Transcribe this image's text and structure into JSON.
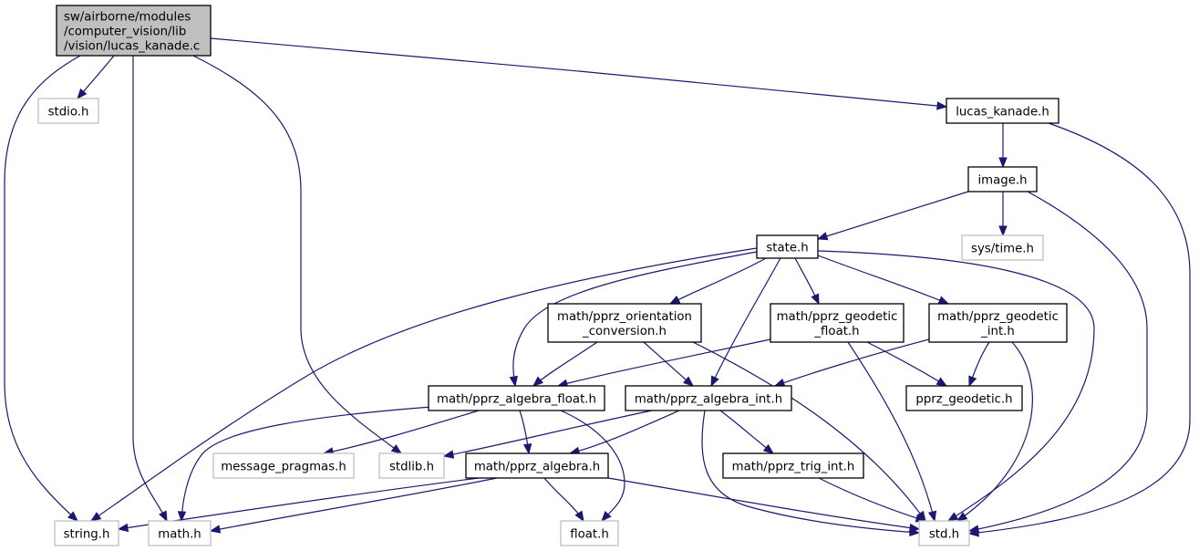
{
  "graph": {
    "title": "Include dependency graph for lucas_kanade.c",
    "colors": {
      "edge": "#191970",
      "root_fill": "#bfbfbf",
      "root_border": "#000000",
      "documented_border": "#000000",
      "external_border": "#bfbfbf",
      "text": "#000000"
    },
    "nodes": [
      {
        "id": "root",
        "kind": "root",
        "lines": [
          "sw/airborne/modules",
          "/computer_vision/lib",
          "/vision/lucas_kanade.c"
        ]
      },
      {
        "id": "stdio",
        "kind": "external",
        "lines": [
          "stdio.h"
        ]
      },
      {
        "id": "lucas_kanade_h",
        "kind": "documented",
        "lines": [
          "lucas_kanade.h"
        ]
      },
      {
        "id": "image_h",
        "kind": "documented",
        "lines": [
          "image.h"
        ]
      },
      {
        "id": "sys_time",
        "kind": "external",
        "lines": [
          "sys/time.h"
        ]
      },
      {
        "id": "state_h",
        "kind": "documented",
        "lines": [
          "state.h"
        ]
      },
      {
        "id": "orient",
        "kind": "documented",
        "lines": [
          "math/pprz_orientation",
          "_conversion.h"
        ]
      },
      {
        "id": "geo_float",
        "kind": "documented",
        "lines": [
          "math/pprz_geodetic",
          "_float.h"
        ]
      },
      {
        "id": "geo_int",
        "kind": "documented",
        "lines": [
          "math/pprz_geodetic",
          "_int.h"
        ]
      },
      {
        "id": "alg_float",
        "kind": "documented",
        "lines": [
          "math/pprz_algebra_float.h"
        ]
      },
      {
        "id": "alg_int",
        "kind": "documented",
        "lines": [
          "math/pprz_algebra_int.h"
        ]
      },
      {
        "id": "pprz_geodetic",
        "kind": "documented",
        "lines": [
          "pprz_geodetic.h"
        ]
      },
      {
        "id": "msg_pragmas",
        "kind": "external",
        "lines": [
          "message_pragmas.h"
        ]
      },
      {
        "id": "stdlib",
        "kind": "external",
        "lines": [
          "stdlib.h"
        ]
      },
      {
        "id": "alg",
        "kind": "documented",
        "lines": [
          "math/pprz_algebra.h"
        ]
      },
      {
        "id": "trig_int",
        "kind": "documented",
        "lines": [
          "math/pprz_trig_int.h"
        ]
      },
      {
        "id": "string",
        "kind": "external",
        "lines": [
          "string.h"
        ]
      },
      {
        "id": "math",
        "kind": "external",
        "lines": [
          "math.h"
        ]
      },
      {
        "id": "float",
        "kind": "external",
        "lines": [
          "float.h"
        ]
      },
      {
        "id": "std",
        "kind": "external",
        "lines": [
          "std.h"
        ]
      }
    ],
    "edges": [
      [
        "root",
        "stdio"
      ],
      [
        "root",
        "lucas_kanade_h"
      ],
      [
        "root",
        "string"
      ],
      [
        "root",
        "math"
      ],
      [
        "root",
        "stdlib"
      ],
      [
        "lucas_kanade_h",
        "image_h"
      ],
      [
        "lucas_kanade_h",
        "std"
      ],
      [
        "image_h",
        "sys_time"
      ],
      [
        "image_h",
        "state_h"
      ],
      [
        "image_h",
        "std"
      ],
      [
        "state_h",
        "orient"
      ],
      [
        "state_h",
        "geo_float"
      ],
      [
        "state_h",
        "geo_int"
      ],
      [
        "state_h",
        "alg_float"
      ],
      [
        "state_h",
        "alg_int"
      ],
      [
        "state_h",
        "string"
      ],
      [
        "state_h",
        "std"
      ],
      [
        "orient",
        "alg_float"
      ],
      [
        "orient",
        "alg_int"
      ],
      [
        "orient",
        "std"
      ],
      [
        "geo_float",
        "alg_float"
      ],
      [
        "geo_float",
        "pprz_geodetic"
      ],
      [
        "geo_float",
        "std"
      ],
      [
        "geo_int",
        "alg_int"
      ],
      [
        "geo_int",
        "pprz_geodetic"
      ],
      [
        "geo_int",
        "std"
      ],
      [
        "alg_float",
        "msg_pragmas"
      ],
      [
        "alg_float",
        "alg"
      ],
      [
        "alg_float",
        "math"
      ],
      [
        "alg_float",
        "float"
      ],
      [
        "alg_int",
        "stdlib"
      ],
      [
        "alg_int",
        "alg"
      ],
      [
        "alg_int",
        "trig_int"
      ],
      [
        "alg_int",
        "std"
      ],
      [
        "alg",
        "string"
      ],
      [
        "alg",
        "math"
      ],
      [
        "alg",
        "float"
      ],
      [
        "alg",
        "std"
      ],
      [
        "trig_int",
        "std"
      ]
    ]
  }
}
